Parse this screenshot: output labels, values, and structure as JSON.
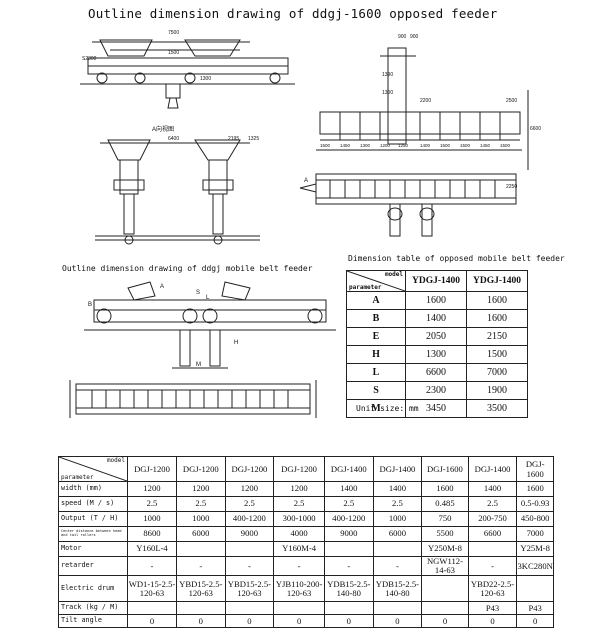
{
  "title": "Outline dimension drawing of ddgj-1600 opposed feeder",
  "captions": {
    "mobile_belt": "Outline dimension drawing of ddgj mobile belt feeder",
    "dim_table": "Dimension table of opposed mobile belt feeder",
    "unit": "Unit size: mm",
    "view_a": "A向视图"
  },
  "drawing_labels": {
    "top_left": [
      "7500",
      "1500",
      "1300",
      "S2300"
    ],
    "mid_left": [
      "6400",
      "2195",
      "1325"
    ],
    "top_right_v": [
      "1390",
      "1300",
      "2200",
      "2500"
    ],
    "top_right_h_top": [
      "900",
      "900"
    ],
    "top_right_h": [
      "1500",
      "1450",
      "1300",
      "1200",
      "1250",
      "1400",
      "1500",
      "1500",
      "1450",
      "1500"
    ],
    "top_right_right": [
      "6600",
      "2250"
    ],
    "arrow_a": "A",
    "mid_small": [
      "A",
      "S",
      "L",
      "B",
      "H",
      "M"
    ]
  },
  "dim_table": {
    "header_model": "model",
    "header_param": "parameter",
    "columns": [
      "YDGJ-1400",
      "YDGJ-1400"
    ],
    "rows": [
      {
        "param": "A",
        "values": [
          "1600",
          "1600"
        ]
      },
      {
        "param": "B",
        "values": [
          "1400",
          "1600"
        ]
      },
      {
        "param": "E",
        "values": [
          "2050",
          "2150"
        ]
      },
      {
        "param": "H",
        "values": [
          "1300",
          "1500"
        ]
      },
      {
        "param": "L",
        "values": [
          "6600",
          "7000"
        ]
      },
      {
        "param": "S",
        "values": [
          "2300",
          "1900"
        ]
      },
      {
        "param": "M",
        "values": [
          "3450",
          "3500"
        ]
      }
    ]
  },
  "spec_table": {
    "header_model": "model",
    "header_param": "parameter",
    "columns": [
      "DGJ-1200",
      "DGJ-1200",
      "DGJ-1200",
      "DGJ-1200",
      "DGJ-1400",
      "DGJ-1400",
      "DGJ-1600",
      "DGJ-1400",
      "DGJ-1600"
    ],
    "rows": [
      {
        "label": "width (mm)",
        "tiny": false,
        "values": [
          "1200",
          "1200",
          "1200",
          "1200",
          "1400",
          "1400",
          "1600",
          "1400",
          "1600"
        ]
      },
      {
        "label": "speed (M / s)",
        "tiny": false,
        "values": [
          "2.5",
          "2.5",
          "2.5",
          "2.5",
          "2.5",
          "2.5",
          "0.485",
          "2.5",
          "0.5-0.93"
        ]
      },
      {
        "label": "Output (T / H)",
        "tiny": false,
        "values": [
          "1000",
          "1000",
          "400-1200",
          "300-1000",
          "400-1200",
          "1000",
          "750",
          "200-750",
          "450-800"
        ]
      },
      {
        "label": "Center distance between head and tail rollers",
        "tiny": true,
        "values": [
          "8600",
          "6000",
          "9000",
          "4000",
          "9000",
          "6000",
          "5500",
          "6600",
          "7000"
        ]
      },
      {
        "label": "Motor",
        "tiny": false,
        "values": [
          "Y160L-4",
          "",
          "",
          "Y160M-4",
          "",
          "",
          "Y250M-8",
          "",
          "Y25M-8"
        ]
      },
      {
        "label": "retarder",
        "tiny": false,
        "values": [
          "-",
          "-",
          "-",
          "-",
          "-",
          "-",
          "NGW112-14-63",
          "-",
          "3KC280N"
        ]
      },
      {
        "label": "Electric drum",
        "tiny": false,
        "values": [
          "WD1-15-2.5-120-63",
          "YBD15-2.5-120-63",
          "YBD15-2.5-120-63",
          "YJB110-200-120-63",
          "YDB15-2.5-140-80",
          "YDB15-2.5-140-80",
          "",
          "YBD22-2.5-120-63",
          ""
        ]
      },
      {
        "label": "Track (kg / M)",
        "tiny": false,
        "values": [
          "",
          "",
          "",
          "",
          "",
          "",
          "",
          "P43",
          "P43"
        ]
      },
      {
        "label": "Tilt angle",
        "tiny": false,
        "values": [
          "0",
          "0",
          "0",
          "0",
          "0",
          "0",
          "0",
          "0",
          "0"
        ]
      }
    ]
  }
}
